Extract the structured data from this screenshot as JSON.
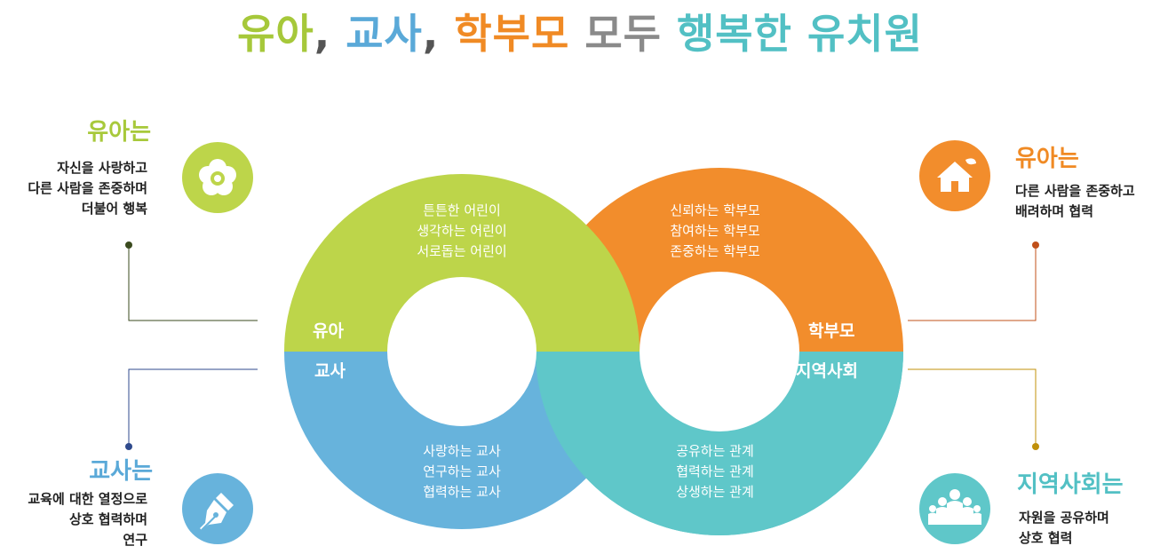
{
  "title": {
    "parts": [
      {
        "text": "유아",
        "color": "#a6c83a"
      },
      {
        "text": ",",
        "color": "#555555"
      },
      {
        "text": "교사",
        "color": "#5aa9d8"
      },
      {
        "text": ",",
        "color": "#555555"
      },
      {
        "text": "학부모",
        "color": "#f08a24"
      },
      {
        "text": "모두",
        "color": "#8a8a8a"
      },
      {
        "text": "행복한",
        "color": "#52c0c4"
      },
      {
        "text": "유치원",
        "color": "#52c0c4"
      }
    ]
  },
  "colors": {
    "green": "#bdd54a",
    "orange": "#f28d2c",
    "blue": "#67b3dc",
    "teal": "#5fc7c9",
    "dark_green": "#3a4a1e",
    "dark_orange": "#c0501a",
    "dark_blue": "#2f4a8c",
    "dark_gold": "#c0900a"
  },
  "blocks": {
    "child": {
      "heading": "유아는",
      "desc": "자신을 사랑하고\n다른 사람을 존중하며\n더불어 행복",
      "icon": "flower-icon"
    },
    "parent": {
      "heading": "유아는",
      "desc": "다른 사람을 존중하고\n배려하며 협력",
      "icon": "house-icon"
    },
    "teacher": {
      "heading": "교사는",
      "desc": "교육에 대한 열정으로\n상호 협력하며\n연구",
      "icon": "pen-icon"
    },
    "community": {
      "heading": "지역사회는",
      "desc": "자원을 공유하며\n상호 협력",
      "icon": "people-icon"
    }
  },
  "ring": {
    "child_text": "튼튼한 어린이\n생각하는 어린이\n서로돕는 어린이",
    "parent_text": "신뢰하는 학부모\n참여하는 학부모\n존중하는 학부모",
    "teacher_text": "사랑하는 교사\n연구하는 교사\n협력하는 교사",
    "community_text": "공유하는 관계\n협력하는 관계\n상생하는 관계",
    "label_child": "유아",
    "label_teacher": "교사",
    "label_parent": "학부모",
    "label_community": "지역사회"
  }
}
